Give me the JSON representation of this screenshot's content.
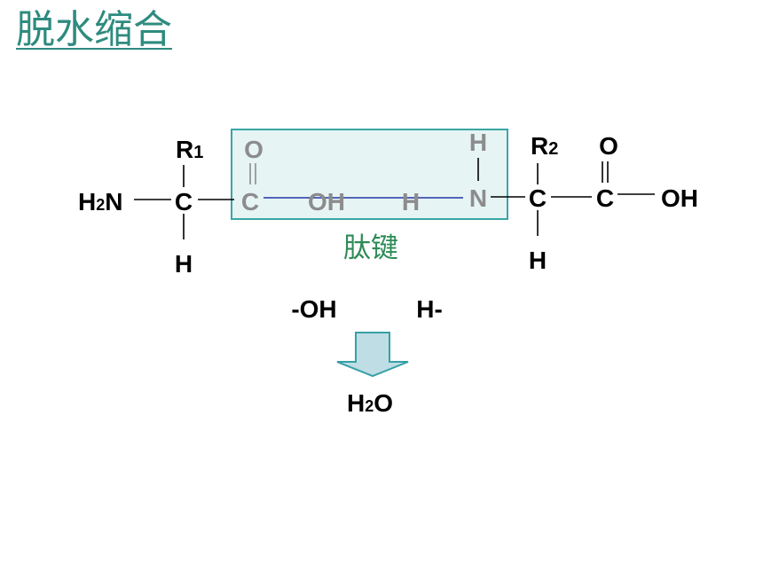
{
  "title": "脱水缩合",
  "colors": {
    "title": "#2E8B7F",
    "bond_label": "#2E8B57",
    "box_fill": "#E6F4F4",
    "box_stroke": "#3AA6A6",
    "arrow_fill": "#BFDDE4",
    "arrow_stroke": "#35A0A6",
    "peptide_line": "#3F4FB0",
    "gray_atom": "#8C8C8C",
    "atom": "#000000"
  },
  "diagram": {
    "amino_acid_1": {
      "amine": {
        "main": "H",
        "sub": "2",
        "tail": "N"
      },
      "alpha_carbon": "C",
      "side_chain": {
        "main": "R",
        "sub": "1"
      },
      "alpha_h": "H",
      "carbonyl_c": "C",
      "carbonyl_o": "O",
      "hydroxyl": "OH"
    },
    "amino_acid_2": {
      "amine_h": "H",
      "top_h": "H",
      "nitrogen": "N",
      "alpha_carbon": "C",
      "side_chain": {
        "main": "R",
        "sub": "2"
      },
      "alpha_h": "H",
      "carboxyl_c": "C",
      "carboxyl_o": "O",
      "carboxyl_oh": "OH"
    },
    "bond_label": "肽键",
    "removed_oh": "-OH",
    "removed_h": "H-",
    "water": {
      "main": "H",
      "sub": "2",
      "tail": "O"
    }
  }
}
